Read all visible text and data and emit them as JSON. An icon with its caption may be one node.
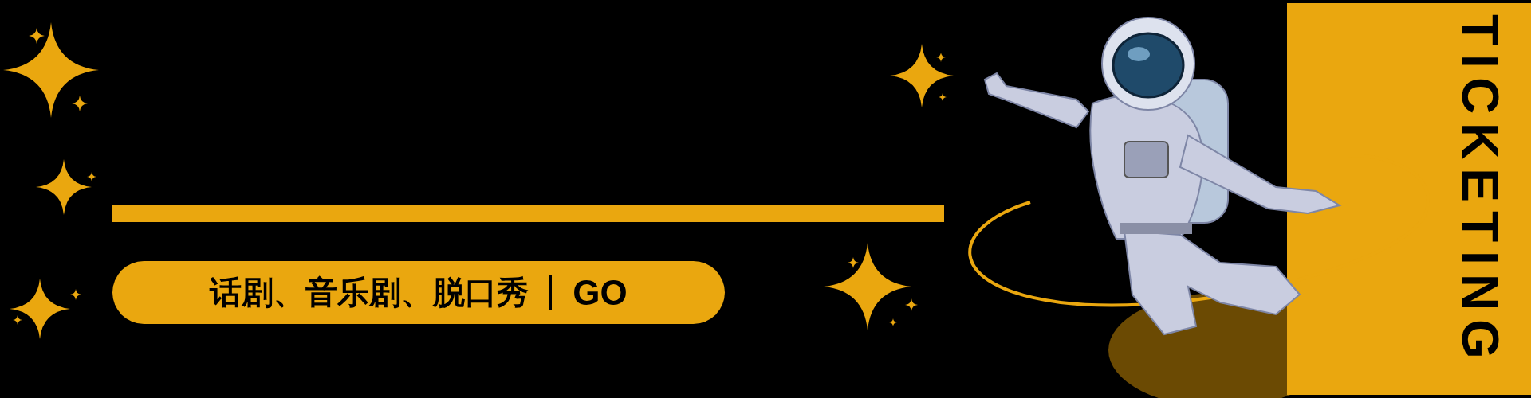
{
  "diagram": {
    "nodes": [
      {
        "text": [],
        "shape": "bar"
      },
      {
        "text": [
          "话剧、音乐剧、脱口秀",
          "GO"
        ]
      },
      {
        "text": [
          "TICKETING"
        ]
      }
    ]
  }
}
